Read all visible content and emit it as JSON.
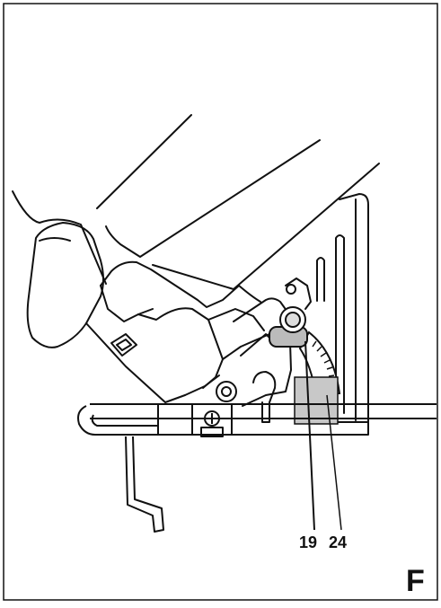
{
  "figure": {
    "letter": "F",
    "callouts": [
      {
        "id": "19",
        "text": "19"
      },
      {
        "id": "24",
        "text": "24"
      }
    ]
  },
  "colors": {
    "line": "#111111",
    "shade": "#c8c8c8",
    "paper": "#ffffff"
  }
}
